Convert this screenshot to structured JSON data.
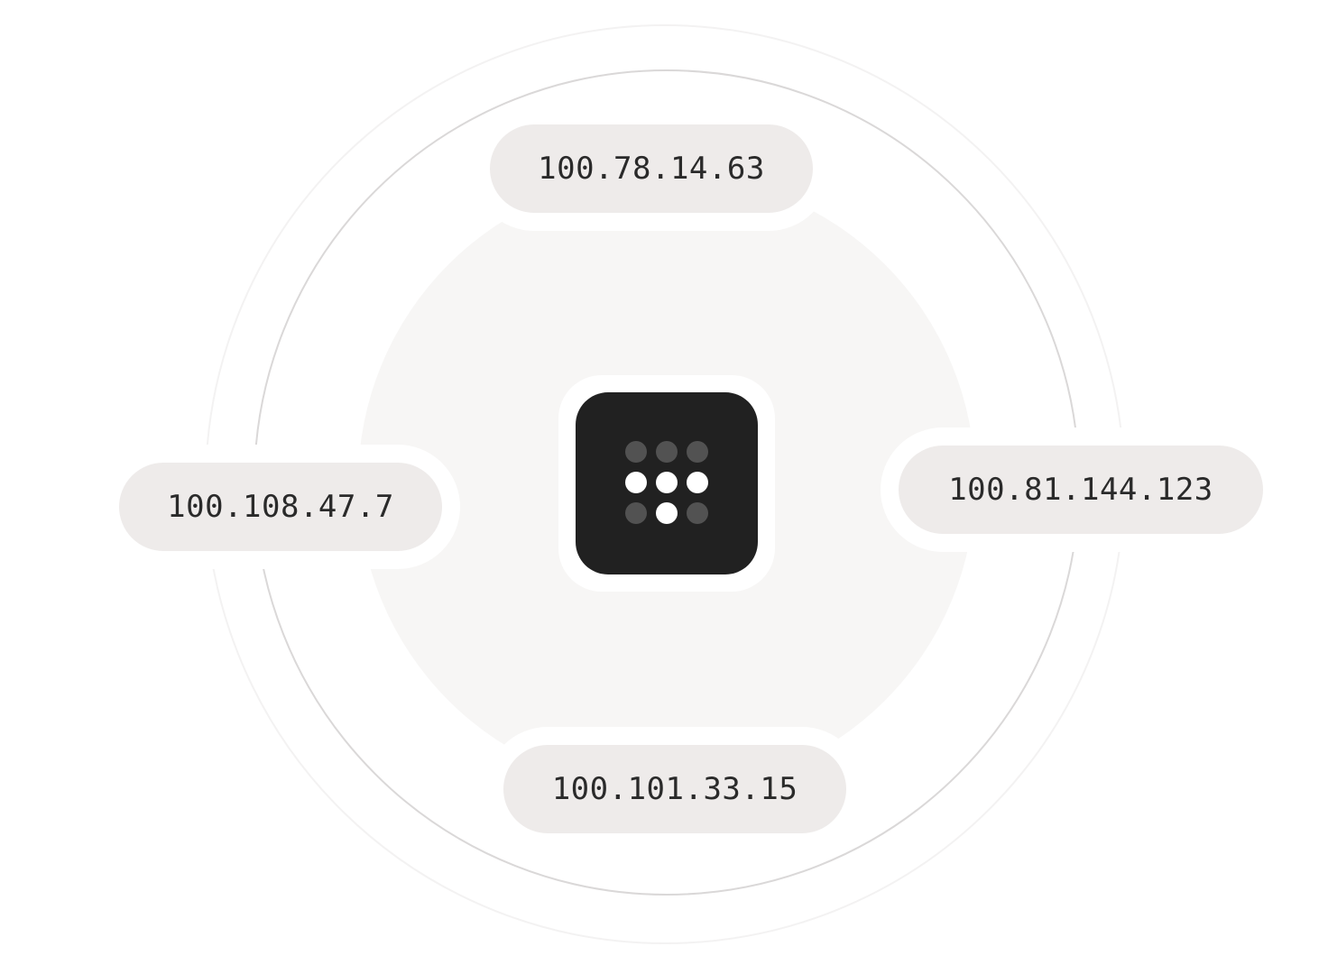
{
  "hub": {
    "icon": "tailnet-dots-icon",
    "dots": [
      [
        "dim",
        "dim",
        "dim"
      ],
      [
        "lit",
        "lit",
        "lit"
      ],
      [
        "dim",
        "lit",
        "dim"
      ]
    ],
    "colors": {
      "tile": "#212121",
      "dot_lit": "#ffffff",
      "dot_dim": "#525252"
    }
  },
  "nodes": {
    "top": "100.78.14.63",
    "left": "100.108.47.7",
    "right": "100.81.144.123",
    "bottom": "100.101.33.15"
  },
  "colors": {
    "pill_bg": "#eeebea",
    "inner_disc": "#f7f6f5",
    "ring_line": "#dad8d8",
    "text": "#2a2a2a"
  }
}
